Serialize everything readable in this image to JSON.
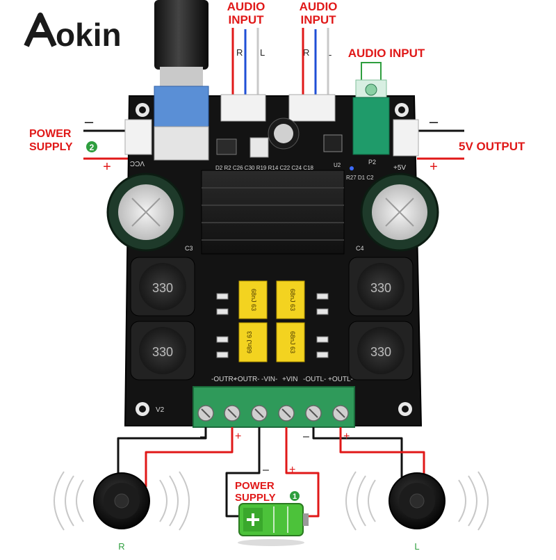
{
  "brand": {
    "name": "Aokin",
    "letters": [
      "o",
      "k",
      "i",
      "n"
    ]
  },
  "labels": {
    "audio_input_1": [
      "AUDIO",
      "INPUT"
    ],
    "audio_input_2": [
      "AUDIO",
      "INPUT"
    ],
    "audio_input_3": "AUDIO INPUT",
    "power_supply_2": [
      "POWER",
      "SUPPLY"
    ],
    "power_supply_1": [
      "POWER",
      "SUPPLY"
    ],
    "badge_2": "2",
    "badge_1": "1",
    "output_5v": "5V OUTPUT",
    "rl_1": [
      "R",
      "L"
    ],
    "rl_2": [
      "R",
      "L"
    ],
    "speaker_right": "R",
    "speaker_left": "L",
    "minus": "–",
    "plus": "+"
  },
  "board": {
    "inductors": [
      "330",
      "330",
      "330",
      "330"
    ],
    "capacitors": [
      "68nJ 63",
      "68nJ 63",
      "68nJ 63",
      "68nJ 63"
    ],
    "terminal_labels": [
      "-OUTR-",
      "+OUTR-",
      "-VIN-",
      "+VIN",
      "-OUTL-",
      "+OUTL-"
    ],
    "silk": {
      "vcc": "VCC",
      "plus5v": "+5V",
      "c3": "C3",
      "c4": "C4",
      "v2": "V2",
      "p2": "P2",
      "u2": "U2",
      "top_row": "D2 R2 C26 C30 R19 R14 C22 C24 C18",
      "right_row": "R27 D1 C2"
    }
  },
  "colors": {
    "label_red": "#e01818",
    "badge_green": "#2e9e3e",
    "pcb": "#121212",
    "terminal_green": "#2f9a5a",
    "knob_blue": "#5a8fd6",
    "jack_green": "#1f9b6a",
    "capacitor_yellow": "#f3d320",
    "battery_green": "#4cc23a"
  },
  "icons": {
    "brand": "aokin-logo-icon",
    "speaker": "speaker-icon",
    "battery": "battery-icon",
    "sound_wave": "sound-wave-icon"
  }
}
